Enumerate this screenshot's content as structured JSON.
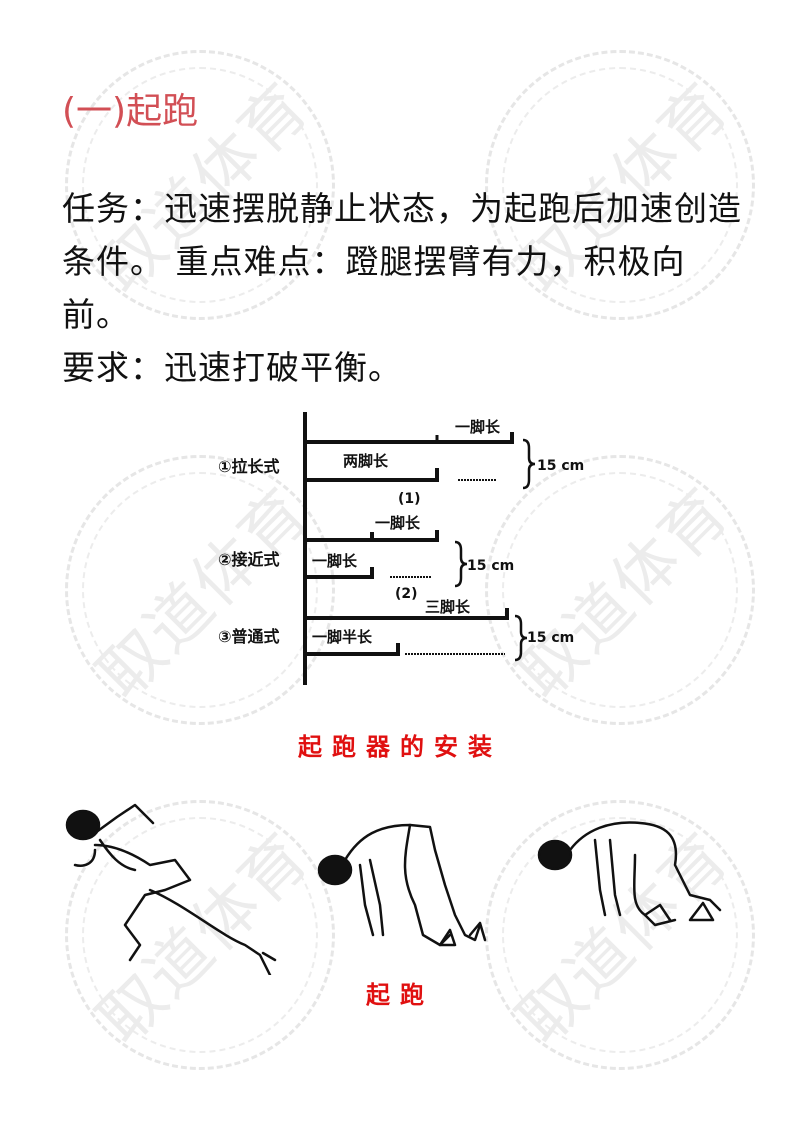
{
  "watermark": {
    "text": "取道体育",
    "color": "#ececec"
  },
  "section": {
    "title": "(一)起跑",
    "title_color": "#d24f55"
  },
  "body": {
    "paragraphs": [
      "任务：迅速摆脱静止状态，为起跑后加速创造条件。 重点难点：蹬腿摆臂有力，积极向前。",
      "要求：迅速打破平衡。"
    ]
  },
  "diagram": {
    "rows": [
      {
        "label": "①拉长式",
        "front_label": "一脚长",
        "back_label": "两脚长",
        "gap_label": "15 cm",
        "sub": "(1)"
      },
      {
        "label": "②接近式",
        "front_label": "一脚长",
        "back_label": "一脚长",
        "gap_label": "15 cm",
        "sub": "(2)"
      },
      {
        "label": "③普通式",
        "front_label": "三脚长",
        "back_label": "一脚半长",
        "gap_label": "15 cm",
        "sub": ""
      }
    ],
    "caption": "起跑器的安装",
    "caption_color": "#e01010"
  },
  "figures": {
    "items": [
      "runner-drive-phase",
      "runner-set-position",
      "runner-on-your-marks"
    ],
    "caption": "起跑"
  }
}
